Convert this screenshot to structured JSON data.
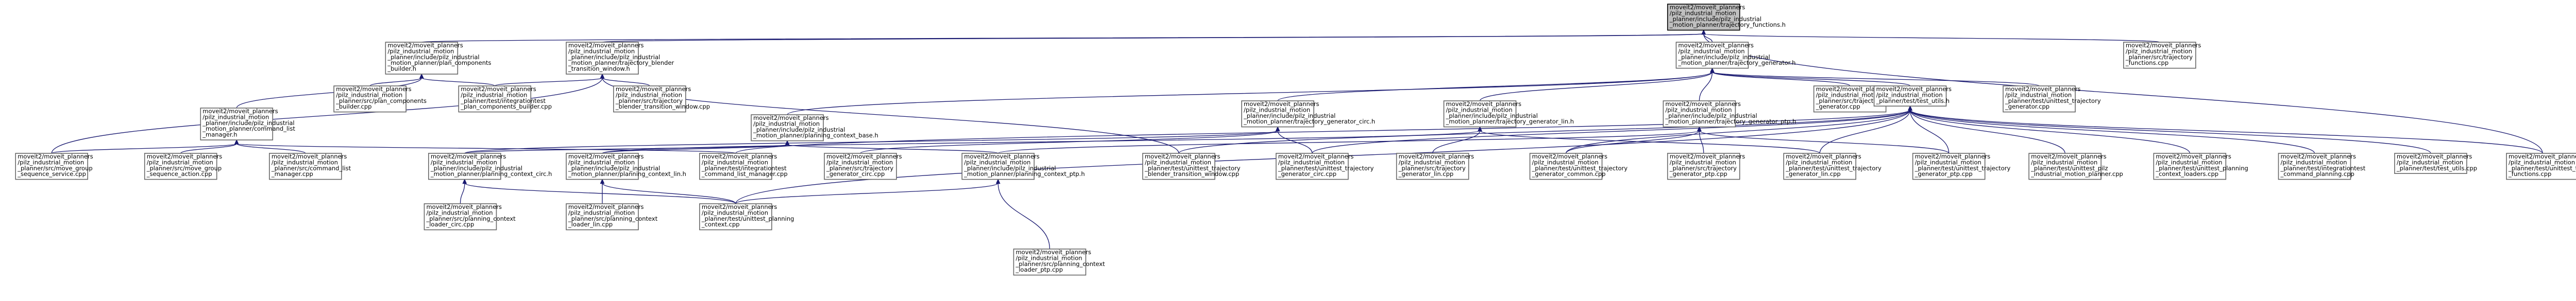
{
  "graph": {
    "colors": {
      "root_fill": "#bfbfbf",
      "node_fill": "#ffffff",
      "node_border": "#666666",
      "edge": "#191970"
    },
    "nodes": [
      {
        "id": "root",
        "root": true,
        "lines": [
          "moveit2/moveit_planners",
          "/pilz_industrial_motion",
          "_planner/include/pilz_industrial",
          "_motion_planner/trajectory_functions.h"
        ]
      },
      {
        "id": "plan_components_builder_h",
        "lines": [
          "moveit2/moveit_planners",
          "/pilz_industrial_motion",
          "_planner/include/pilz_industrial",
          "_motion_planner/plan_components",
          "_builder.h"
        ]
      },
      {
        "id": "trajectory_blender_transition_window_h",
        "lines": [
          "moveit2/moveit_planners",
          "/pilz_industrial_motion",
          "_planner/include/pilz_industrial",
          "_motion_planner/trajectory_blender",
          "_transition_window.h"
        ]
      },
      {
        "id": "trajectory_generator_h",
        "lines": [
          "moveit2/moveit_planners",
          "/pilz_industrial_motion",
          "_planner/include/pilz_industrial",
          "_motion_planner/trajectory_generator.h"
        ]
      },
      {
        "id": "trajectory_functions_cpp",
        "lines": [
          "moveit2/moveit_planners",
          "/pilz_industrial_motion",
          "_planner/src/trajectory",
          "_functions.cpp"
        ]
      },
      {
        "id": "command_list_manager_h",
        "lines": [
          "moveit2/moveit_planners",
          "/pilz_industrial_motion",
          "_planner/include/pilz_industrial",
          "_motion_planner/command_list",
          "_manager.h"
        ]
      },
      {
        "id": "src_plan_components_builder_cpp",
        "lines": [
          "moveit2/moveit_planners",
          "/pilz_industrial_motion",
          "_planner/src/plan_components",
          "_builder.cpp"
        ]
      },
      {
        "id": "integrationtest_plan_components_builder_cpp",
        "lines": [
          "moveit2/moveit_planners",
          "/pilz_industrial_motion",
          "_planner/test/integrationtest",
          "_plan_components_builder.cpp"
        ]
      },
      {
        "id": "src_trajectory_blender_transition_window_cpp",
        "lines": [
          "moveit2/moveit_planners",
          "/pilz_industrial_motion",
          "_planner/src/trajectory",
          "_blender_transition_window.cpp"
        ]
      },
      {
        "id": "planning_context_base_h",
        "lines": [
          "moveit2/moveit_planners",
          "/pilz_industrial_motion",
          "_planner/include/pilz_industrial",
          "_motion_planner/planning_context_base.h"
        ]
      },
      {
        "id": "trajectory_generator_circ_h",
        "lines": [
          "moveit2/moveit_planners",
          "/pilz_industrial_motion",
          "_planner/include/pilz_industrial",
          "_motion_planner/trajectory_generator_circ.h"
        ]
      },
      {
        "id": "trajectory_generator_lin_h",
        "lines": [
          "moveit2/moveit_planners",
          "/pilz_industrial_motion",
          "_planner/include/pilz_industrial",
          "_motion_planner/trajectory_generator_lin.h"
        ]
      },
      {
        "id": "trajectory_generator_ptp_h",
        "lines": [
          "moveit2/moveit_planners",
          "/pilz_industrial_motion",
          "_planner/include/pilz_industrial",
          "_motion_planner/trajectory_generator_ptp.h"
        ]
      },
      {
        "id": "src_trajectory_generator_cpp",
        "lines": [
          "moveit2/moveit_planners",
          "/pilz_industrial_motion",
          "_planner/src/trajectory",
          "_generator.cpp"
        ]
      },
      {
        "id": "test_utils_h",
        "lines": [
          "moveit2/moveit_planners",
          "/pilz_industrial_motion",
          "_planner/test/test_utils.h"
        ]
      },
      {
        "id": "unittest_trajectory_generator_cpp",
        "lines": [
          "moveit2/moveit_planners",
          "/pilz_industrial_motion",
          "_planner/test/unittest_trajectory",
          "_generator.cpp"
        ]
      },
      {
        "id": "unittest_trajectory_functions_cpp",
        "lines": [
          "moveit2/moveit_planners",
          "/pilz_industrial_motion",
          "_planner/test/unittest_trajectory",
          "_functions.cpp"
        ]
      },
      {
        "id": "move_group_sequence_service_cpp",
        "lines": [
          "moveit2/moveit_planners",
          "/pilz_industrial_motion",
          "_planner/src/move_group",
          "_sequence_service.cpp"
        ]
      },
      {
        "id": "move_group_sequence_action_cpp",
        "lines": [
          "moveit2/moveit_planners",
          "/pilz_industrial_motion",
          "_planner/src/move_group",
          "_sequence_action.cpp"
        ]
      },
      {
        "id": "src_command_list_manager_cpp",
        "lines": [
          "moveit2/moveit_planners",
          "/pilz_industrial_motion",
          "_planner/src/command_list",
          "_manager.cpp"
        ]
      },
      {
        "id": "planning_context_circ_h",
        "lines": [
          "moveit2/moveit_planners",
          "/pilz_industrial_motion",
          "_planner/include/pilz_industrial",
          "_motion_planner/planning_context_circ.h"
        ]
      },
      {
        "id": "planning_context_lin_h",
        "lines": [
          "moveit2/moveit_planners",
          "/pilz_industrial_motion",
          "_planner/include/pilz_industrial",
          "_motion_planner/planning_context_lin.h"
        ]
      },
      {
        "id": "integrationtest_command_list_manager_cpp",
        "lines": [
          "moveit2/moveit_planners",
          "/pilz_industrial_motion",
          "_planner/test/integrationtest",
          "_command_list_manager.cpp"
        ]
      },
      {
        "id": "src_trajectory_generator_circ_cpp",
        "lines": [
          "moveit2/moveit_planners",
          "/pilz_industrial_motion",
          "_planner/src/trajectory",
          "_generator_circ.cpp"
        ]
      },
      {
        "id": "planning_context_ptp_h",
        "lines": [
          "moveit2/moveit_planners",
          "/pilz_industrial_motion",
          "_planner/include/pilz_industrial",
          "_motion_planner/planning_context_ptp.h"
        ]
      },
      {
        "id": "unittest_trajectory_blender_transition_window_cpp",
        "lines": [
          "moveit2/moveit_planners",
          "/pilz_industrial_motion",
          "_planner/test/unittest_trajectory",
          "_blender_transition_window.cpp"
        ]
      },
      {
        "id": "unittest_trajectory_generator_circ_cpp",
        "lines": [
          "moveit2/moveit_planners",
          "/pilz_industrial_motion",
          "_planner/test/unittest_trajectory",
          "_generator_circ.cpp"
        ]
      },
      {
        "id": "src_trajectory_generator_lin_cpp",
        "lines": [
          "moveit2/moveit_planners",
          "/pilz_industrial_motion",
          "_planner/src/trajectory",
          "_generator_lin.cpp"
        ]
      },
      {
        "id": "unittest_trajectory_generator_common_cpp",
        "lines": [
          "moveit2/moveit_planners",
          "/pilz_industrial_motion",
          "_planner/test/unittest_trajectory",
          "_generator_common.cpp"
        ]
      },
      {
        "id": "src_trajectory_generator_ptp_cpp",
        "lines": [
          "moveit2/moveit_planners",
          "/pilz_industrial_motion",
          "_planner/src/trajectory",
          "_generator_ptp.cpp"
        ]
      },
      {
        "id": "unittest_trajectory_generator_lin_cpp",
        "lines": [
          "moveit2/moveit_planners",
          "/pilz_industrial_motion",
          "_planner/test/unittest_trajectory",
          "_generator_lin.cpp"
        ]
      },
      {
        "id": "unittest_trajectory_generator_ptp_cpp",
        "lines": [
          "moveit2/moveit_planners",
          "/pilz_industrial_motion",
          "_planner/test/unittest_trajectory",
          "_generator_ptp.cpp"
        ]
      },
      {
        "id": "unittest_pilz_industrial_motion_planner_cpp",
        "lines": [
          "moveit2/moveit_planners",
          "/pilz_industrial_motion",
          "_planner/test/unittest_pilz",
          "_industrial_motion_planner.cpp"
        ]
      },
      {
        "id": "unittest_planning_context_loaders_cpp",
        "lines": [
          "moveit2/moveit_planners",
          "/pilz_industrial_motion",
          "_planner/test/unittest_planning",
          "_context_loaders.cpp"
        ]
      },
      {
        "id": "integrationtest_command_planning_cpp",
        "lines": [
          "moveit2/moveit_planners",
          "/pilz_industrial_motion",
          "_planner/test/integrationtest",
          "_command_planning.cpp"
        ]
      },
      {
        "id": "test_utils_cpp",
        "lines": [
          "moveit2/moveit_planners",
          "/pilz_industrial_motion",
          "_planner/test/test_utils.cpp"
        ]
      },
      {
        "id": "planning_context_loader_circ_cpp",
        "lines": [
          "moveit2/moveit_planners",
          "/pilz_industrial_motion",
          "_planner/src/planning_context",
          "_loader_circ.cpp"
        ]
      },
      {
        "id": "planning_context_loader_lin_cpp",
        "lines": [
          "moveit2/moveit_planners",
          "/pilz_industrial_motion",
          "_planner/src/planning_context",
          "_loader_lin.cpp"
        ]
      },
      {
        "id": "unittest_planning_context_cpp",
        "lines": [
          "moveit2/moveit_planners",
          "/pilz_industrial_motion",
          "_planner/test/unittest_planning",
          "_context.cpp"
        ]
      },
      {
        "id": "planning_context_loader_ptp_cpp",
        "lines": [
          "moveit2/moveit_planners",
          "/pilz_industrial_motion",
          "_planner/src/planning_context",
          "_loader_ptp.cpp"
        ]
      }
    ],
    "edges": [
      [
        "plan_components_builder_h",
        "root"
      ],
      [
        "trajectory_blender_transition_window_h",
        "root"
      ],
      [
        "trajectory_generator_h",
        "root"
      ],
      [
        "trajectory_functions_cpp",
        "root"
      ],
      [
        "unittest_trajectory_functions_cpp",
        "root"
      ],
      [
        "command_list_manager_h",
        "plan_components_builder_h"
      ],
      [
        "src_plan_components_builder_cpp",
        "plan_components_builder_h"
      ],
      [
        "integrationtest_plan_components_builder_cpp",
        "plan_components_builder_h"
      ],
      [
        "integrationtest_plan_components_builder_cpp",
        "trajectory_blender_transition_window_h"
      ],
      [
        "src_trajectory_blender_transition_window_cpp",
        "trajectory_blender_transition_window_h"
      ],
      [
        "unittest_trajectory_blender_transition_window_cpp",
        "trajectory_blender_transition_window_h"
      ],
      [
        "move_group_sequence_service_cpp",
        "trajectory_blender_transition_window_h"
      ],
      [
        "planning_context_base_h",
        "trajectory_generator_h"
      ],
      [
        "trajectory_generator_circ_h",
        "trajectory_generator_h"
      ],
      [
        "trajectory_generator_lin_h",
        "trajectory_generator_h"
      ],
      [
        "trajectory_generator_ptp_h",
        "trajectory_generator_h"
      ],
      [
        "src_trajectory_generator_cpp",
        "trajectory_generator_h"
      ],
      [
        "test_utils_h",
        "trajectory_generator_h"
      ],
      [
        "unittest_trajectory_generator_cpp",
        "trajectory_generator_h"
      ],
      [
        "move_group_sequence_service_cpp",
        "command_list_manager_h"
      ],
      [
        "move_group_sequence_action_cpp",
        "command_list_manager_h"
      ],
      [
        "src_command_list_manager_cpp",
        "command_list_manager_h"
      ],
      [
        "integrationtest_command_list_manager_cpp",
        "command_list_manager_h"
      ],
      [
        "planning_context_circ_h",
        "planning_context_base_h"
      ],
      [
        "planning_context_lin_h",
        "planning_context_base_h"
      ],
      [
        "planning_context_ptp_h",
        "planning_context_base_h"
      ],
      [
        "planning_context_circ_h",
        "trajectory_generator_circ_h"
      ],
      [
        "src_trajectory_generator_circ_cpp",
        "trajectory_generator_circ_h"
      ],
      [
        "unittest_trajectory_generator_circ_cpp",
        "trajectory_generator_circ_h"
      ],
      [
        "planning_context_lin_h",
        "trajectory_generator_lin_h"
      ],
      [
        "src_trajectory_generator_lin_cpp",
        "trajectory_generator_lin_h"
      ],
      [
        "unittest_trajectory_generator_lin_cpp",
        "trajectory_generator_lin_h"
      ],
      [
        "planning_context_ptp_h",
        "trajectory_generator_ptp_h"
      ],
      [
        "src_trajectory_generator_ptp_cpp",
        "trajectory_generator_ptp_h"
      ],
      [
        "unittest_trajectory_generator_ptp_cpp",
        "trajectory_generator_ptp_h"
      ],
      [
        "unittest_trajectory_generator_common_cpp",
        "trajectory_generator_ptp_h"
      ],
      [
        "integrationtest_command_list_manager_cpp",
        "test_utils_h"
      ],
      [
        "unittest_trajectory_blender_transition_window_cpp",
        "test_utils_h"
      ],
      [
        "unittest_trajectory_generator_circ_cpp",
        "test_utils_h"
      ],
      [
        "unittest_trajectory_generator_common_cpp",
        "test_utils_h"
      ],
      [
        "unittest_trajectory_generator_lin_cpp",
        "test_utils_h"
      ],
      [
        "unittest_trajectory_generator_ptp_cpp",
        "test_utils_h"
      ],
      [
        "unittest_pilz_industrial_motion_planner_cpp",
        "test_utils_h"
      ],
      [
        "unittest_planning_context_loaders_cpp",
        "test_utils_h"
      ],
      [
        "integrationtest_command_planning_cpp",
        "test_utils_h"
      ],
      [
        "test_utils_cpp",
        "test_utils_h"
      ],
      [
        "unittest_trajectory_functions_cpp",
        "test_utils_h"
      ],
      [
        "unittest_planning_context_cpp",
        "test_utils_h"
      ],
      [
        "planning_context_loader_circ_cpp",
        "planning_context_circ_h"
      ],
      [
        "unittest_planning_context_cpp",
        "planning_context_circ_h"
      ],
      [
        "planning_context_loader_lin_cpp",
        "planning_context_lin_h"
      ],
      [
        "unittest_planning_context_cpp",
        "planning_context_lin_h"
      ],
      [
        "planning_context_loader_ptp_cpp",
        "planning_context_ptp_h"
      ],
      [
        "unittest_planning_context_cpp",
        "planning_context_ptp_h"
      ]
    ]
  }
}
